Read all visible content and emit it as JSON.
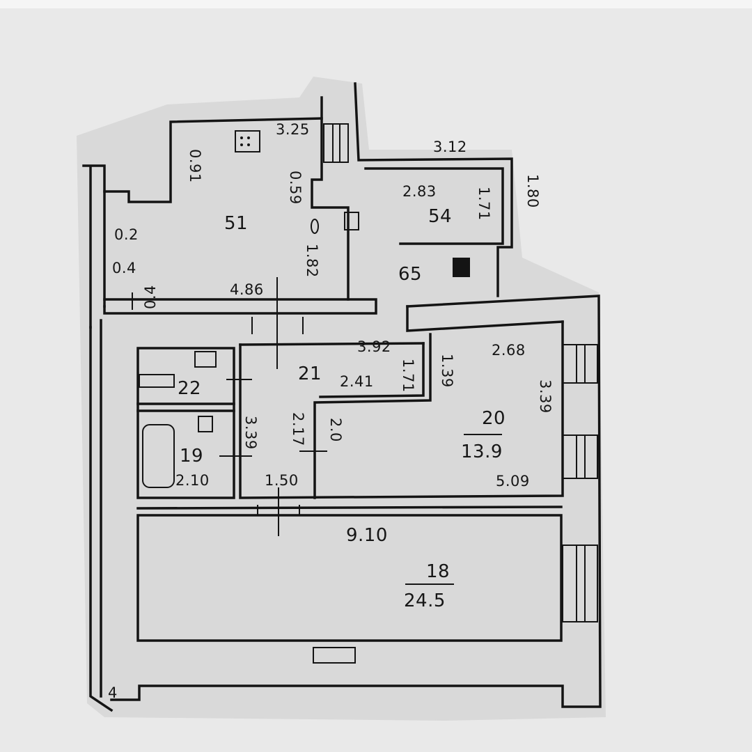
{
  "rooms": {
    "r51": {
      "number": "51"
    },
    "r54": {
      "number": "54"
    },
    "r65": {
      "number": "65"
    },
    "r21": {
      "number": "21"
    },
    "r22": {
      "number": "22"
    },
    "r19": {
      "number": "19",
      "size": "2.10"
    },
    "r20": {
      "number": "20",
      "area": "13.9"
    },
    "r18": {
      "number": "18",
      "area": "24.5"
    }
  },
  "dimensions": {
    "d_3_25": "3.25",
    "d_0_91": "0.91",
    "d_0_59": "0.59",
    "d_0_2": "0.2",
    "d_0_4a": "0.4",
    "d_0_4b": "0.4",
    "d_4_86": "4.86",
    "d_1_82": "1.82",
    "d_3_12": "3.12",
    "d_2_83": "2.83",
    "d_1_71a": "1.71",
    "d_1_80": "1.80",
    "d_3_92": "3.92",
    "d_2_41": "2.41",
    "d_1_71b": "1.71",
    "d_1_39": "1.39",
    "d_2_68": "2.68",
    "d_3_39a": "3.39",
    "d_3_39b": "3.39",
    "d_2_17": "2.17",
    "d_2_0": "2.0",
    "d_5_09": "5.09",
    "d_1_50": "1.50",
    "d_9_10": "9.10",
    "d_corner": "4"
  }
}
